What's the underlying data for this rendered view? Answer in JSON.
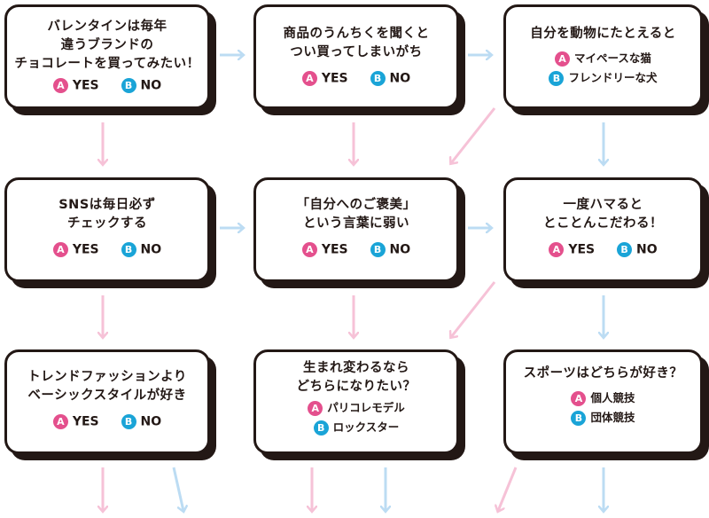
{
  "colors": {
    "pink_badge": "#e4508d",
    "blue_badge": "#1aa4d7",
    "pink_arrow": "#f6c2d7",
    "blue_arrow": "#bcdcf3",
    "ink": "#231815"
  },
  "cards": {
    "c11": {
      "lines": [
        "バレンタインは毎年",
        "違うブランドの",
        "チョコレートを買ってみたい！"
      ],
      "a": "YES",
      "b": "NO"
    },
    "c12": {
      "lines": [
        "商品のうんちくを聞くと",
        "つい買ってしまいがち"
      ],
      "a": "YES",
      "b": "NO"
    },
    "c13": {
      "lines": [
        "自分を動物にたとえると"
      ],
      "a": "マイペースな猫",
      "b": "フレンドリーな犬"
    },
    "c21": {
      "lines": [
        "SNSは毎日必ず",
        "チェックする"
      ],
      "a": "YES",
      "b": "NO"
    },
    "c22": {
      "lines": [
        "「自分へのご褒美」",
        "という言葉に弱い"
      ],
      "a": "YES",
      "b": "NO"
    },
    "c23": {
      "lines": [
        "一度ハマると",
        "とことんこだわる！"
      ],
      "a": "YES",
      "b": "NO"
    },
    "c31": {
      "lines": [
        "トレンドファッションより",
        "ベーシックスタイルが好き"
      ],
      "a": "YES",
      "b": "NO"
    },
    "c32": {
      "lines": [
        "生まれ変わるなら",
        "どちらになりたい？"
      ],
      "a": "パリコレモデル",
      "b": "ロックスター"
    },
    "c33": {
      "lines": [
        "スポーツはどちらが好き？"
      ],
      "a": "個人競技",
      "b": "団体競技"
    }
  },
  "badges": {
    "a": "A",
    "b": "B"
  }
}
